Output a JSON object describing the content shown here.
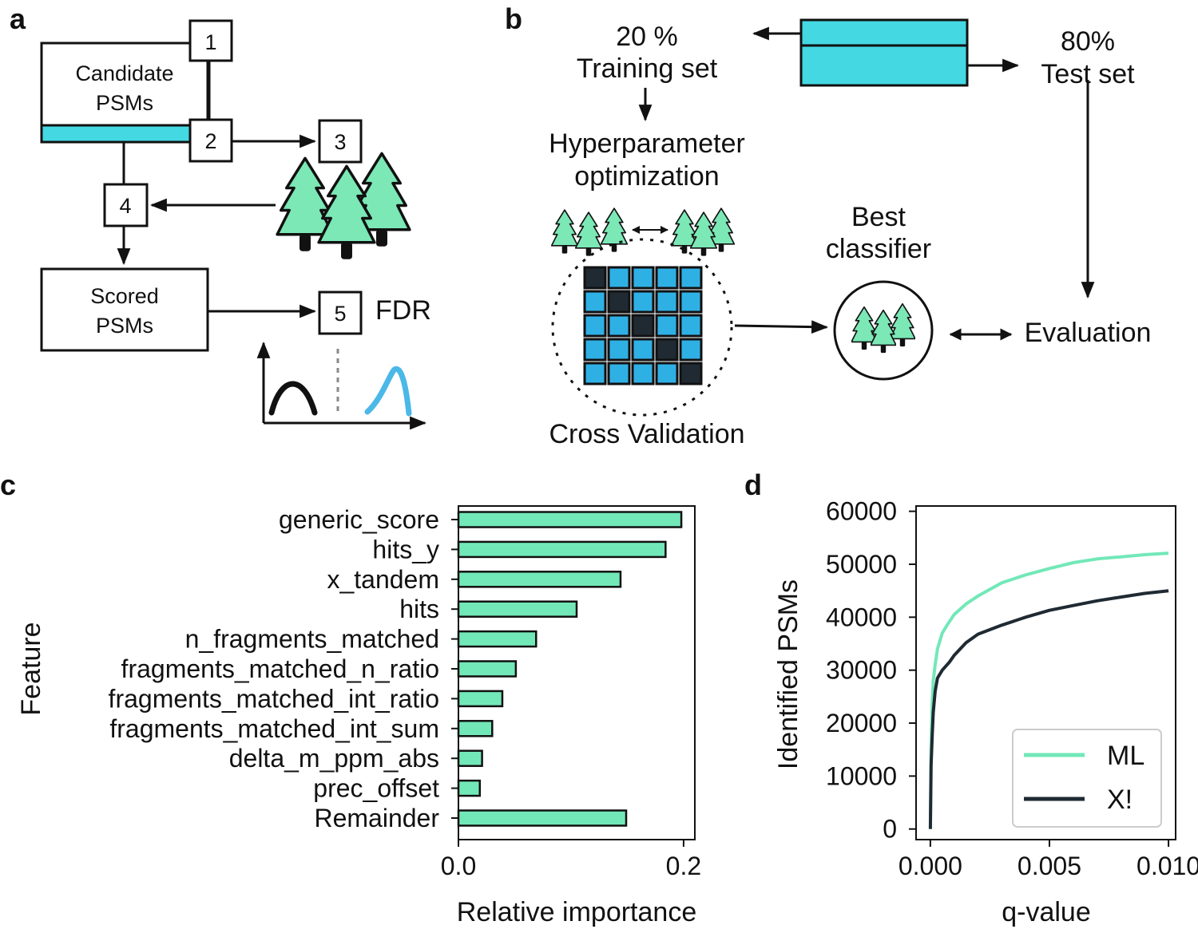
{
  "panels": {
    "a": "a",
    "b": "b",
    "c": "c",
    "d": "d"
  },
  "colors": {
    "accent_cyan": "#44d8e2",
    "tree_green": "#7be8b6",
    "bar_green": "#72e8b8",
    "ml_line": "#72e8b8",
    "x_line": "#1f2a33",
    "curve_blue": "#4bb8e8",
    "cell_blue": "#2fb0e5",
    "cell_dark": "#1f2a33"
  },
  "panel_a": {
    "candidate": "Candidate PSMs",
    "candidate_l1": "Candidate",
    "candidate_l2": "PSMs",
    "scored_l1": "Scored",
    "scored_l2": "PSMs",
    "steps": [
      "1",
      "2",
      "3",
      "4",
      "5"
    ],
    "fdr": "FDR",
    "icons": [
      "tree-forest-icon",
      "score-distribution-icon"
    ]
  },
  "panel_b": {
    "train_pct": "20 %",
    "train_label": "Training set",
    "test_pct": "80%",
    "test_label": "Test set",
    "hyper_l1": "Hyperparameter",
    "hyper_l2": "optimization",
    "cv": "Cross Validation",
    "best_l1": "Best",
    "best_l2": "classifier",
    "evaluation": "Evaluation",
    "cv_dark_cells": [
      [
        0,
        0
      ],
      [
        1,
        1
      ],
      [
        2,
        2
      ],
      [
        3,
        3
      ],
      [
        4,
        4
      ]
    ]
  },
  "chart_data": [
    {
      "type": "bar",
      "orientation": "horizontal",
      "categories": [
        "generic_score",
        "hits_y",
        "x_tandem",
        "hits",
        "n_fragments_matched",
        "fragments_matched_n_ratio",
        "fragments_matched_int_ratio",
        "fragments_matched_int_sum",
        "delta_m_ppm_abs",
        "prec_offset",
        "Remainder"
      ],
      "values": [
        0.198,
        0.184,
        0.144,
        0.105,
        0.069,
        0.051,
        0.039,
        0.03,
        0.021,
        0.019,
        0.149
      ],
      "xlabel": "Relative importance",
      "ylabel": "Feature",
      "xticks": [
        "0.0",
        "0.2"
      ],
      "xlim": [
        0,
        0.21
      ],
      "grid": false
    },
    {
      "type": "line",
      "xlabel": "q-value",
      "ylabel": "Identified PSMs",
      "xlim": [
        -0.0006,
        0.0103
      ],
      "ylim": [
        -2000,
        61000
      ],
      "xticks": [
        "0.000",
        "0.005",
        "0.010"
      ],
      "yticks": [
        "0",
        "10000",
        "20000",
        "30000",
        "40000",
        "50000",
        "60000"
      ],
      "legend_position": "bottom-right",
      "grid": false,
      "series": [
        {
          "name": "ML",
          "x": [
            0.0,
            3e-05,
            8e-05,
            0.00012,
            0.0002,
            0.0003,
            0.0005,
            0.0007,
            0.001,
            0.0015,
            0.002,
            0.003,
            0.004,
            0.005,
            0.006,
            0.007,
            0.008,
            0.009,
            0.01
          ],
          "y": [
            0,
            15000,
            24000,
            28000,
            31000,
            34000,
            37000,
            38500,
            40500,
            42500,
            44000,
            46500,
            48000,
            49200,
            50300,
            51000,
            51400,
            51800,
            52100
          ]
        },
        {
          "name": "X!",
          "x": [
            0.0,
            3e-05,
            8e-05,
            0.00012,
            0.0002,
            0.0003,
            0.0005,
            0.0008,
            0.001,
            0.0015,
            0.002,
            0.003,
            0.004,
            0.005,
            0.006,
            0.007,
            0.008,
            0.009,
            0.01
          ],
          "y": [
            0,
            12000,
            18000,
            22000,
            26000,
            28500,
            30000,
            31500,
            32800,
            35200,
            36800,
            38500,
            40000,
            41300,
            42200,
            43100,
            43800,
            44500,
            45000
          ]
        }
      ]
    }
  ]
}
